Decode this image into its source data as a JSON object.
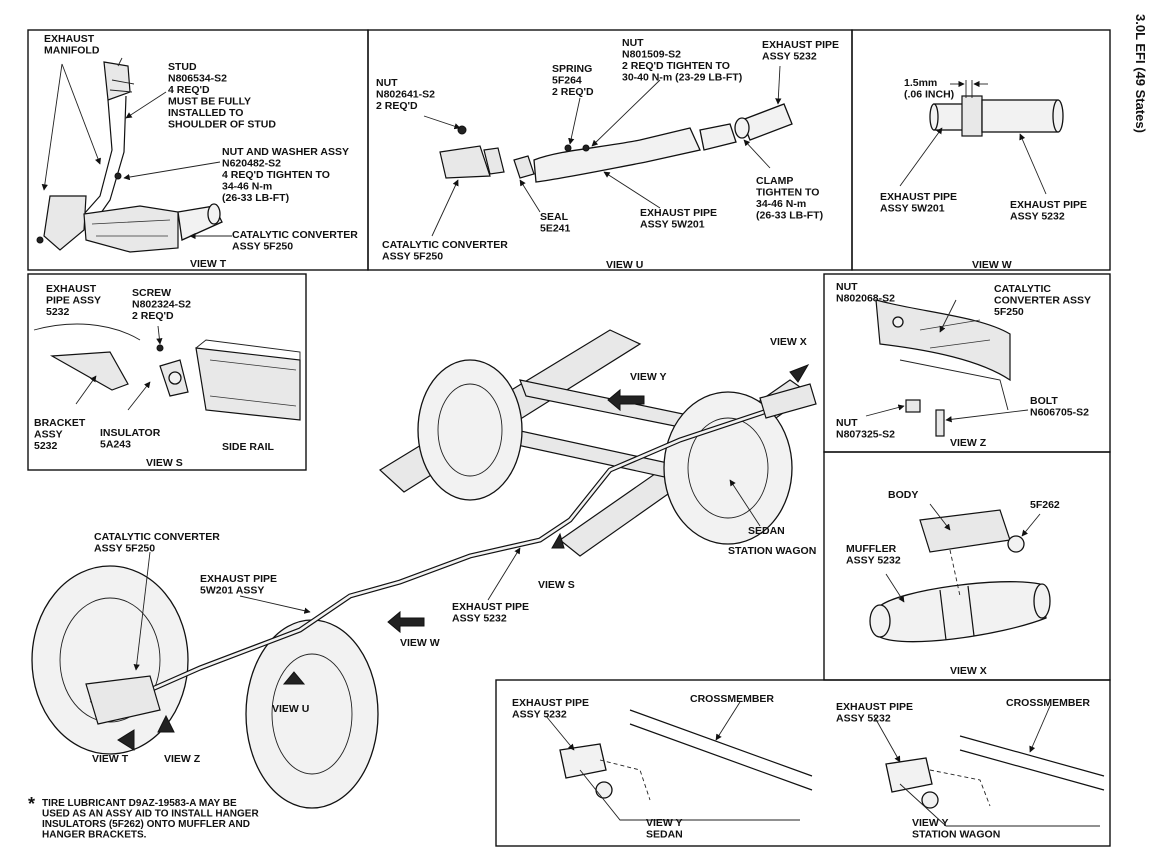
{
  "side_title": "3.0L EFI (49 States)",
  "note": {
    "symbol": "*",
    "lines": [
      "TIRE LUBRICANT D9AZ-19583-A MAY BE",
      "USED AS AN ASSY AID TO INSTALL HANGER",
      "INSULATORS (5F262) ONTO MUFFLER AND",
      "HANGER BRACKETS."
    ]
  },
  "view_t": {
    "title": "VIEW T",
    "exhaust_manifold": [
      "EXHAUST",
      "MANIFOLD"
    ],
    "stud": [
      "STUD",
      "N806534-S2",
      "4 REQ'D",
      "MUST BE FULLY",
      "INSTALLED TO",
      "SHOULDER OF STUD"
    ],
    "nut_washer": [
      "NUT AND WASHER ASSY",
      "N620482-S2",
      "4 REQ'D TIGHTEN TO",
      "34-46 N-m",
      "(26-33 LB-FT)"
    ],
    "converter": [
      "CATALYTIC CONVERTER",
      "ASSY 5F250"
    ]
  },
  "view_u": {
    "title": "VIEW U",
    "nut_left": [
      "NUT",
      "N802641-S2",
      "2 REQ'D"
    ],
    "spring": [
      "SPRING",
      "5F264",
      "2 REQ'D"
    ],
    "nut_top": [
      "NUT",
      "N801509-S2",
      "2 REQ'D TIGHTEN TO",
      "30-40 N-m (23-29 LB-FT)"
    ],
    "pipe_5232": [
      "EXHAUST PIPE",
      "ASSY 5232"
    ],
    "clamp": [
      "CLAMP",
      "TIGHTEN TO",
      "34-46 N-m",
      "(26-33 LB-FT)"
    ],
    "pipe_5w201": [
      "EXHAUST PIPE",
      "ASSY 5W201"
    ],
    "seal": [
      "SEAL",
      "5E241"
    ],
    "converter": [
      "CATALYTIC CONVERTER",
      "ASSY 5F250"
    ]
  },
  "view_w": {
    "title": "VIEW W",
    "gap": [
      "1.5mm",
      "(.06 INCH)"
    ],
    "pipe_5w201": [
      "EXHAUST PIPE",
      "ASSY 5W201"
    ],
    "pipe_5232": [
      "EXHAUST PIPE",
      "ASSY 5232"
    ]
  },
  "view_s": {
    "title": "VIEW S",
    "pipe": [
      "EXHAUST",
      "PIPE ASSY",
      "5232"
    ],
    "screw": [
      "SCREW",
      "N802324-S2",
      "2 REQ'D"
    ],
    "bracket": [
      "BRACKET",
      "ASSY",
      "5232"
    ],
    "insulator": [
      "INSULATOR",
      "5A243"
    ],
    "side_rail": "SIDE RAIL"
  },
  "view_z": {
    "title": "VIEW Z",
    "nut_top": [
      "NUT",
      "N802068-S2"
    ],
    "converter": [
      "CATALYTIC",
      "CONVERTER ASSY",
      "5F250"
    ],
    "bolt": [
      "BOLT",
      "N606705-S2"
    ],
    "nut_bottom": [
      "NUT",
      "N807325-S2"
    ]
  },
  "view_x": {
    "title": "VIEW X",
    "body": "BODY",
    "part": "5F262",
    "muffler": [
      "MUFFLER",
      "ASSY 5232"
    ]
  },
  "main": {
    "view_x": "VIEW X",
    "view_y": "VIEW Y",
    "view_s": "VIEW S",
    "view_w": "VIEW W",
    "view_u": "VIEW U",
    "view_t": "VIEW T",
    "view_z": "VIEW Z",
    "sedan": "SEDAN",
    "wagon": "STATION WAGON",
    "converter": [
      "CATALYTIC CONVERTER",
      "ASSY 5F250"
    ],
    "pipe_5w201": [
      "EXHAUST PIPE",
      "5W201 ASSY"
    ],
    "pipe_5232": [
      "EXHAUST PIPE",
      "ASSY 5232"
    ]
  },
  "view_y_sedan": {
    "pipe": [
      "EXHAUST PIPE",
      "ASSY 5232"
    ],
    "crossmember": "CROSSMEMBER",
    "title": [
      "VIEW Y",
      "SEDAN"
    ]
  },
  "view_y_wagon": {
    "pipe": [
      "EXHAUST PIPE",
      "ASSY 5232"
    ],
    "crossmember": "CROSSMEMBER",
    "title": [
      "VIEW Y",
      "STATION WAGON"
    ]
  }
}
